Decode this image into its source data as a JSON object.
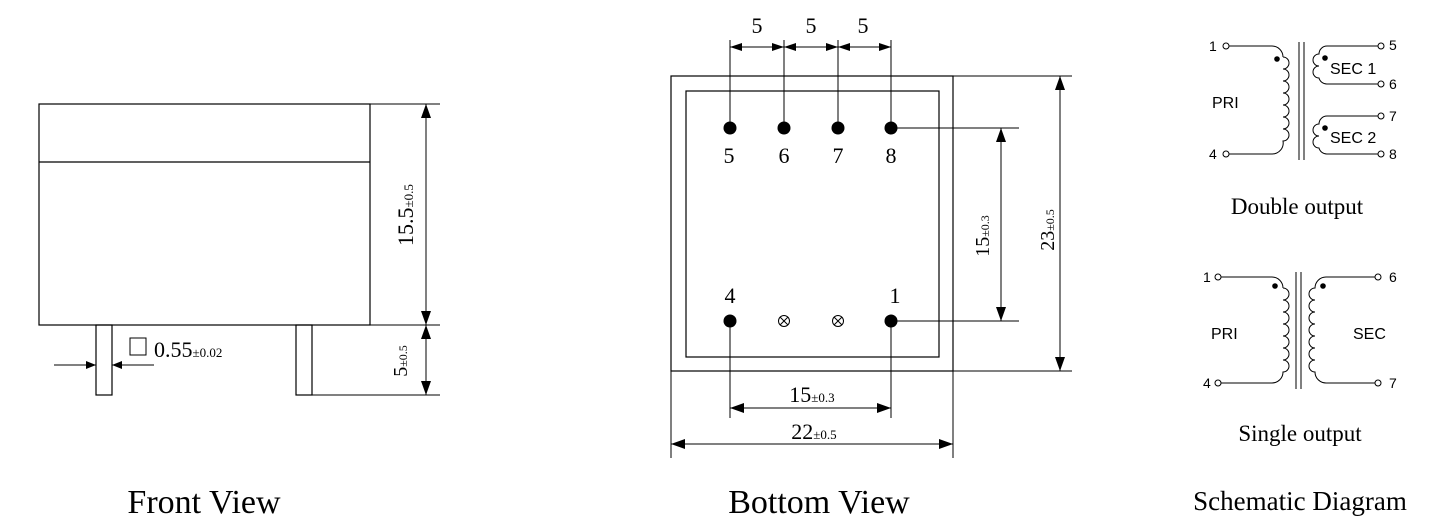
{
  "titles": {
    "front": "Front View",
    "bottom": "Bottom View",
    "schematic": "Schematic Diagram"
  },
  "front_view": {
    "height_dim": "15.5",
    "height_tol": "±0.5",
    "pin_len_dim": "5",
    "pin_len_tol": "±0.5",
    "pin_square_symbol": "□",
    "pin_size": "0.55",
    "pin_size_tol": "±0.02"
  },
  "bottom_view": {
    "pitch_labels": [
      "5",
      "5",
      "5"
    ],
    "top_pins": [
      "5",
      "6",
      "7",
      "8"
    ],
    "bottom_pins": [
      "4",
      "1"
    ],
    "row_spacing": "15",
    "row_spacing_tol": "±0.3",
    "body_height": "23",
    "body_height_tol": "±0.5",
    "pin_span": "15",
    "pin_span_tol": "±0.3",
    "body_width": "22",
    "body_width_tol": "±0.5"
  },
  "schematic": {
    "double": {
      "caption": "Double output",
      "pri_label": "PRI",
      "sec1_label": "SEC 1",
      "sec2_label": "SEC 2",
      "pins": {
        "p1": "1",
        "p4": "4",
        "p5": "5",
        "p6": "6",
        "p7": "7",
        "p8": "8"
      }
    },
    "single": {
      "caption": "Single output",
      "pri_label": "PRI",
      "sec_label": "SEC",
      "pins": {
        "p1": "1",
        "p4": "4",
        "p6": "6",
        "p7": "7"
      }
    }
  }
}
